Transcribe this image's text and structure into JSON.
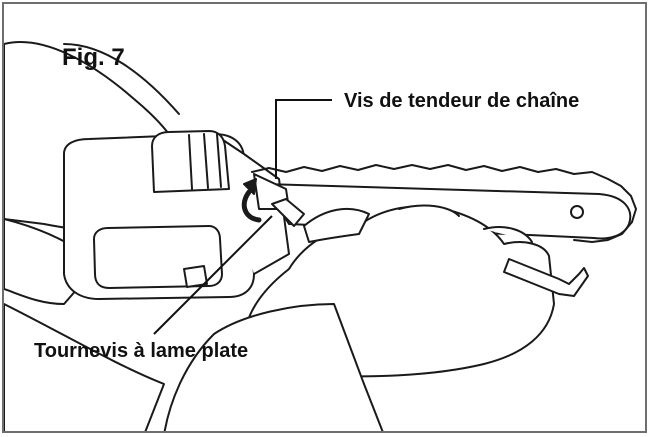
{
  "figure": {
    "title": "Fig. 7",
    "callouts": {
      "chain_tensioner_screw": "Vis de tendeur de chaîne",
      "flat_screwdriver": "Tournevis à lame plate"
    }
  }
}
